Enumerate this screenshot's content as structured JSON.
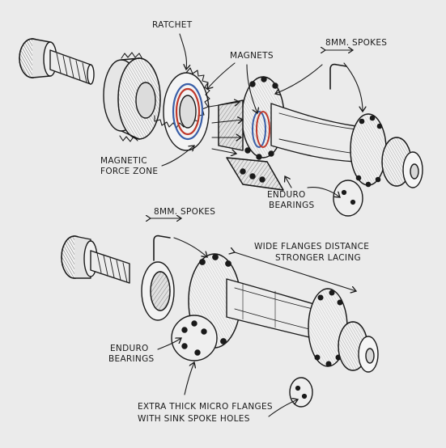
{
  "labels": {
    "ratchet": "RATCHET",
    "magnets": "MAGNETS",
    "spokes_top": "8MM. SPOKES",
    "magnetic_line1": "MAGNETIC",
    "magnetic_line2": "FORCE ZONE",
    "enduro_top_line1": "ENDURO",
    "enduro_top_line2": "BEARINGS",
    "spokes_bottom": "8MM. SPOKES",
    "wide_line1": "WIDE FLANGES DISTANCE",
    "wide_line2": "STRONGER LACING",
    "enduro_bottom_line1": "ENDURO",
    "enduro_bottom_line2": "BEARINGS",
    "micro_line1": "EXTRA THICK MICRO FLANGES",
    "micro_line2": "WITH SINK SPOKE HOLES"
  },
  "colors": {
    "ink": "#1a1a1a",
    "background": "#ebebeb",
    "magnet_red": "#c0392b",
    "magnet_blue": "#3a5fa8"
  }
}
